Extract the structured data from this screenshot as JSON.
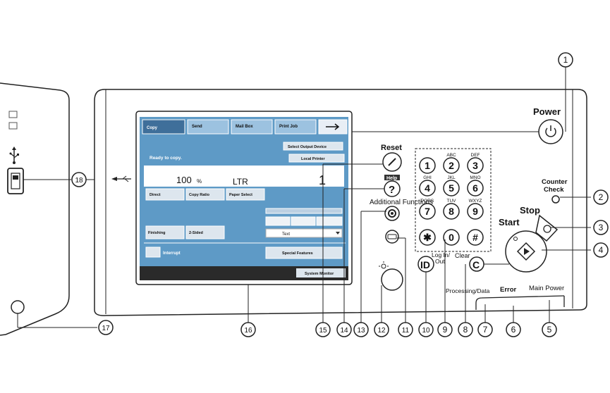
{
  "panel_labels": {
    "power": "Power",
    "reset": "Reset",
    "help": "Help",
    "additional_functions": "Additional Functions",
    "counter_check": "Counter\nCheck",
    "stop": "Stop",
    "start": "Start",
    "log_in_out": "Log In/\nOut",
    "clear": "Clear",
    "processing_data": "Processing/Data",
    "error": "Error",
    "main_power": "Main Power"
  },
  "keypad": [
    {
      "digit": "1",
      "letters": ""
    },
    {
      "digit": "2",
      "letters": "ABC"
    },
    {
      "digit": "3",
      "letters": "DEF"
    },
    {
      "digit": "4",
      "letters": "GHI"
    },
    {
      "digit": "5",
      "letters": "JKL"
    },
    {
      "digit": "6",
      "letters": "MNO"
    },
    {
      "digit": "7",
      "letters": "PQRS"
    },
    {
      "digit": "8",
      "letters": "TUV"
    },
    {
      "digit": "9",
      "letters": "WXYZ"
    },
    {
      "digit": "✱",
      "letters": ""
    },
    {
      "digit": "0",
      "letters": ""
    },
    {
      "digit": "#",
      "letters": ""
    }
  ],
  "screen": {
    "tabs": [
      "Copy",
      "Send",
      "Mail Box",
      "Print Job"
    ],
    "select_output_device": "Select Output Device",
    "status": "Ready to copy.",
    "local_printer": "Local Printer",
    "zoom": "100",
    "zoom_unit": "%",
    "paper": "LTR",
    "count": "1",
    "buttons": {
      "direct": "Direct",
      "copy_ratio": "Copy Ratio",
      "paper_select": "Paper Select",
      "finishing": "Finishing",
      "two_sided": "2-Sided",
      "interrupt": "Interrupt",
      "special_features": "Special Features",
      "system_monitor": "System Monitor",
      "text_mode": "Text"
    }
  },
  "callouts": [
    "1",
    "2",
    "3",
    "4",
    "5",
    "6",
    "7",
    "8",
    "9",
    "10",
    "11",
    "12",
    "13",
    "14",
    "15",
    "16",
    "17",
    "18"
  ],
  "colors": {
    "screen_blue": "#5e9ac6",
    "screen_dark": "#3f6f9a",
    "line": "#222222"
  }
}
